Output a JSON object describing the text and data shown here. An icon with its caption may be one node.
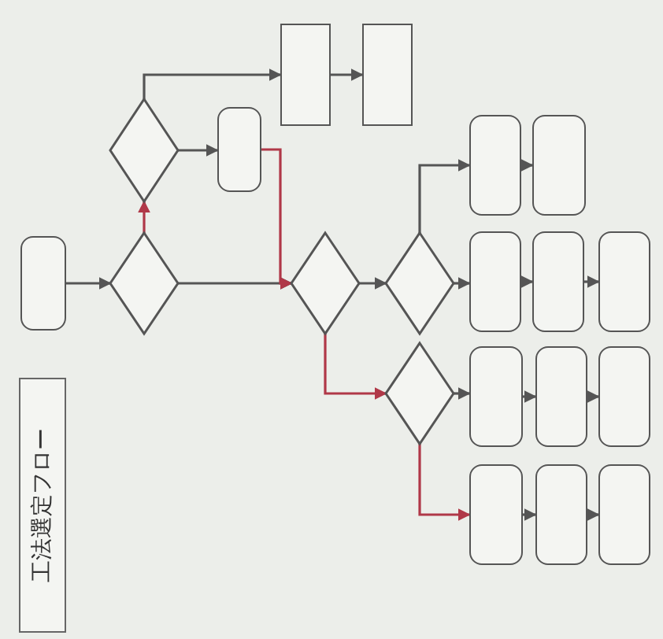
{
  "diagram": {
    "title": "工法選定フロー",
    "nodes": [
      {
        "text": [],
        "shape": "box"
      },
      {
        "text": [],
        "shape": "diamond"
      },
      {
        "text": [],
        "shape": "diamond"
      },
      {
        "text": [],
        "shape": "box"
      },
      {
        "text": [],
        "shape": "box"
      },
      {
        "text": [],
        "shape": "box"
      },
      {
        "text": [],
        "shape": "diamond"
      },
      {
        "text": [],
        "shape": "diamond"
      },
      {
        "text": [],
        "shape": "diamond"
      },
      {
        "text": [],
        "shape": "box"
      },
      {
        "text": [],
        "shape": "box"
      },
      {
        "text": [],
        "shape": "box"
      },
      {
        "text": [],
        "shape": "box"
      },
      {
        "text": [],
        "shape": "box"
      },
      {
        "text": [],
        "shape": "box"
      },
      {
        "text": [],
        "shape": "box"
      },
      {
        "text": [],
        "shape": "box"
      },
      {
        "text": [],
        "shape": "box"
      },
      {
        "text": [],
        "shape": "box"
      },
      {
        "text": [],
        "shape": "box"
      }
    ],
    "edges": [
      {
        "from": 0,
        "to": 1,
        "arrow": "to"
      },
      {
        "from": 1,
        "to": 2,
        "arrow": "to",
        "color": "#b03848"
      },
      {
        "from": 1,
        "to": 6,
        "arrow": "to"
      },
      {
        "from": 2,
        "to": 3,
        "arrow": "to"
      },
      {
        "from": 2,
        "to": 4,
        "arrow": "to"
      },
      {
        "from": 4,
        "to": 5,
        "arrow": "to"
      },
      {
        "from": 3,
        "to": 6,
        "arrow": "to",
        "color": "#b03848"
      },
      {
        "from": 6,
        "to": 7,
        "arrow": "to"
      },
      {
        "from": 6,
        "to": 8,
        "arrow": "to",
        "color": "#b03848"
      },
      {
        "from": 7,
        "to": 9,
        "arrow": "to"
      },
      {
        "from": 9,
        "to": 10,
        "arrow": "to"
      },
      {
        "from": 7,
        "to": 11,
        "arrow": "to"
      },
      {
        "from": 11,
        "to": 12,
        "arrow": "to"
      },
      {
        "from": 12,
        "to": 13,
        "arrow": "to"
      },
      {
        "from": 8,
        "to": 14,
        "arrow": "to"
      },
      {
        "from": 14,
        "to": 15,
        "arrow": "to"
      },
      {
        "from": 15,
        "to": 16,
        "arrow": "to"
      },
      {
        "from": 8,
        "to": 17,
        "arrow": "to",
        "color": "#b03848"
      },
      {
        "from": 17,
        "to": 18,
        "arrow": "to"
      },
      {
        "from": 18,
        "to": 19,
        "arrow": "to"
      }
    ]
  }
}
